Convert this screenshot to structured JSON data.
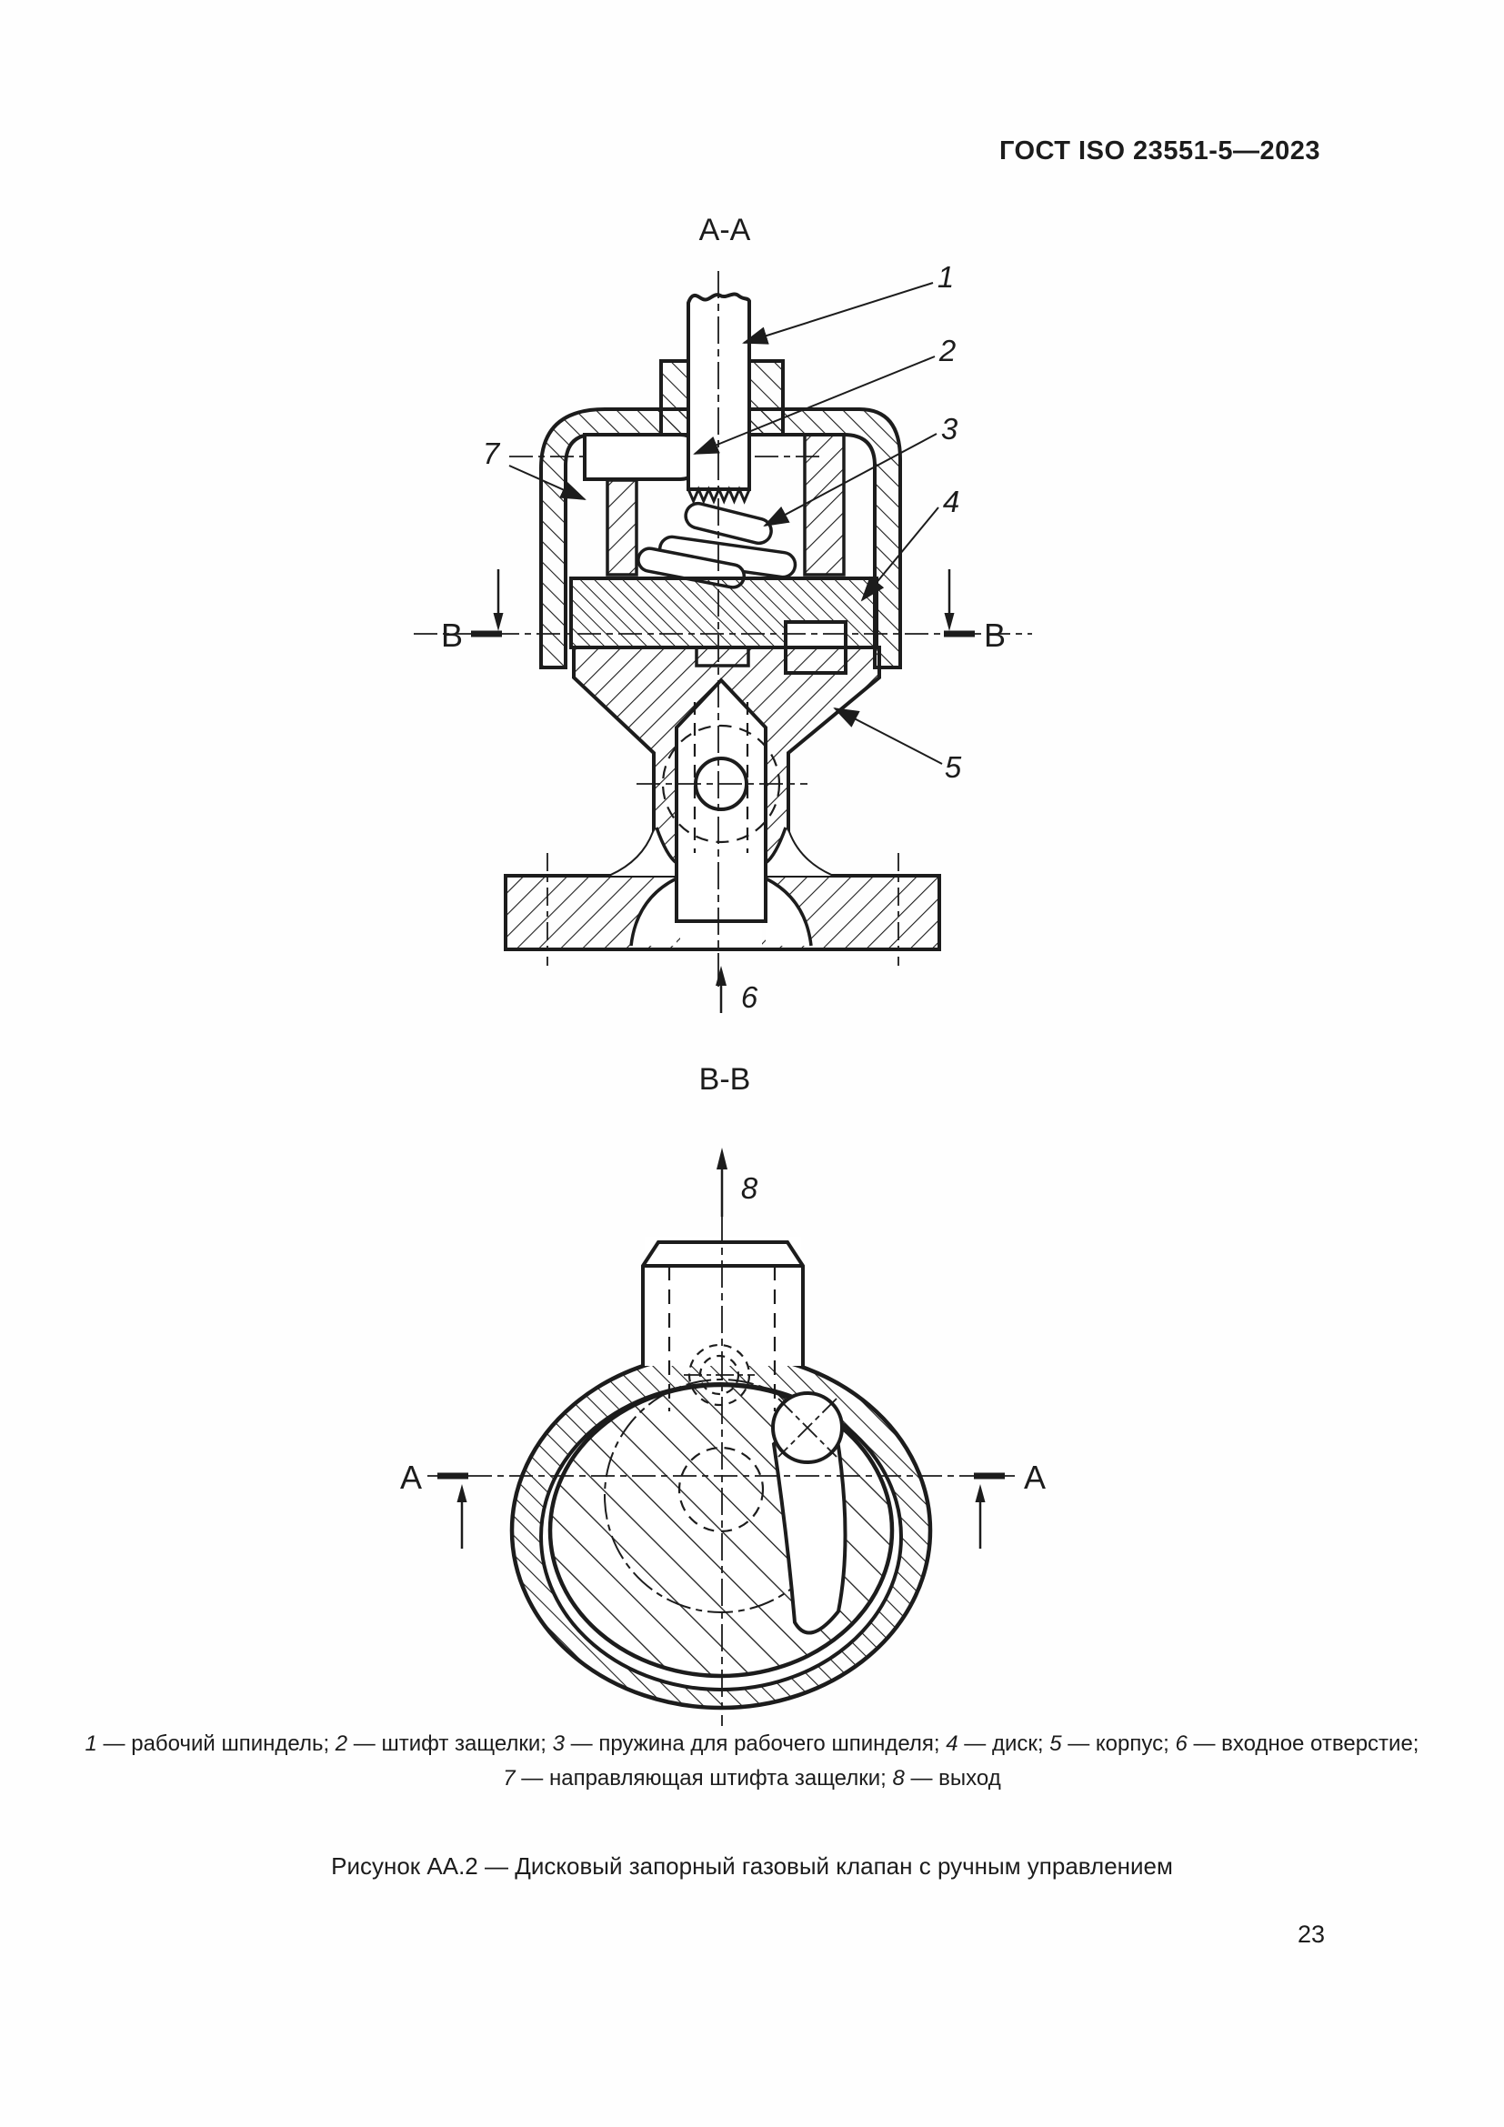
{
  "document": {
    "header": "ГОСТ ISO 23551-5—2023",
    "page_number": "23",
    "figure_caption": "Рисунок АА.2 — Дисковый запорный газовый клапан с ручным управлением"
  },
  "fig1": {
    "title": "А-А",
    "section_letter_left": "В",
    "section_letter_right": "В",
    "labels": {
      "n1": "1",
      "n2": "2",
      "n3": "3",
      "n4": "4",
      "n5": "5",
      "n6": "6",
      "n7": "7"
    }
  },
  "fig2": {
    "title": "В-В",
    "outlet_label": "8",
    "section_letter_left": "А",
    "section_letter_right": "А"
  },
  "legend": {
    "line1": [
      {
        "num": "1",
        "text": " — рабочий шпиндель; "
      },
      {
        "num": "2",
        "text": " — штифт защелки; "
      },
      {
        "num": "3",
        "text": " — пружина для рабочего шпинделя; "
      },
      {
        "num": "4",
        "text": " — диск; "
      },
      {
        "num": "5",
        "text": " — корпус; "
      },
      {
        "num": "6",
        "text": " — входное отверстие;"
      }
    ],
    "line2": [
      {
        "num": "7",
        "text": " — направляющая штифта защелки; "
      },
      {
        "num": "8",
        "text": " — выход"
      }
    ]
  }
}
